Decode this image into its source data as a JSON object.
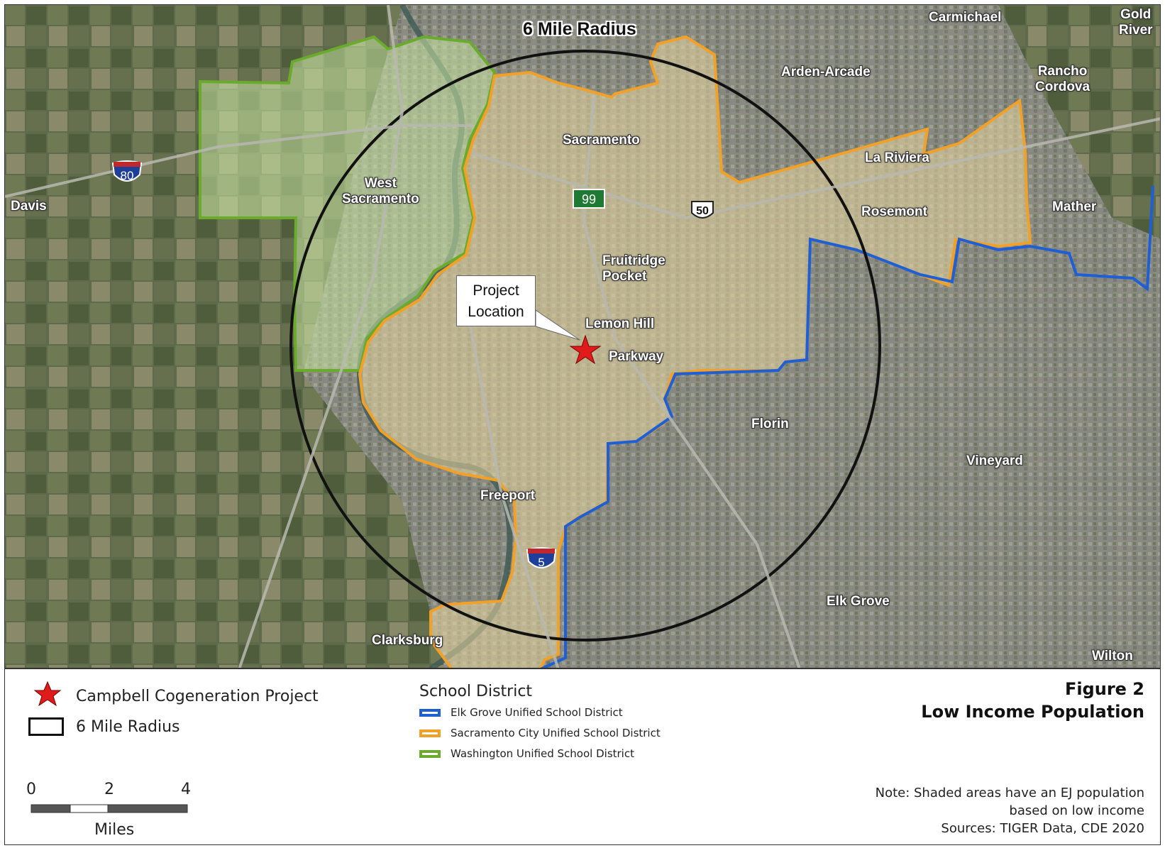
{
  "map": {
    "radius_label": "6 Mile Radius",
    "places": {
      "carmichael": "Carmichael",
      "gold_river": "Gold\nRiver",
      "arden_arcade": "Arden-Arcade",
      "rancho_cordova": "Rancho\nCordova",
      "sacramento": "Sacramento",
      "la_riviera": "La Riviera",
      "west_sacramento": "West\nSacramento",
      "davis": "Davis",
      "rosemont": "Rosemont",
      "mather": "Mather",
      "fruitridge_pocket": "Fruitridge\nPocket",
      "lemon_hill": "Lemon Hill",
      "parkway": "Parkway",
      "florin": "Florin",
      "vineyard": "Vineyard",
      "freeport": "Freeport",
      "elk_grove": "Elk Grove",
      "clarksburg": "Clarksburg",
      "wilton": "Wilton"
    },
    "highways": {
      "i80": "80",
      "sr99": "99",
      "us50": "50",
      "i5": "5"
    },
    "callout": "Project\nLocation"
  },
  "legend": {
    "project_label": "Campbell Cogeneration Project",
    "radius_label": "6 Mile Radius",
    "school_district_title": "School District",
    "school_districts": [
      {
        "name": "Elk Grove Unified School District",
        "color": "#1f5fd6"
      },
      {
        "name": "Sacramento City Unified School District",
        "color": "#f2a128"
      },
      {
        "name": "Washington Unified School District",
        "color": "#6aab2c"
      }
    ],
    "scale": {
      "ticks": [
        "0",
        "2",
        "4"
      ],
      "unit": "Miles"
    }
  },
  "figure": {
    "number": "Figure 2",
    "title": "Low Income Population",
    "note_lines": [
      "Note: Shaded areas have an EJ population",
      "based on low income",
      "Sources: TIGER Data, CDE 2020"
    ]
  },
  "colors": {
    "elk_grove": "#1f5fd6",
    "sac_city": "#f2a128",
    "washington": "#6aab2c",
    "star": "#e01b1b"
  }
}
